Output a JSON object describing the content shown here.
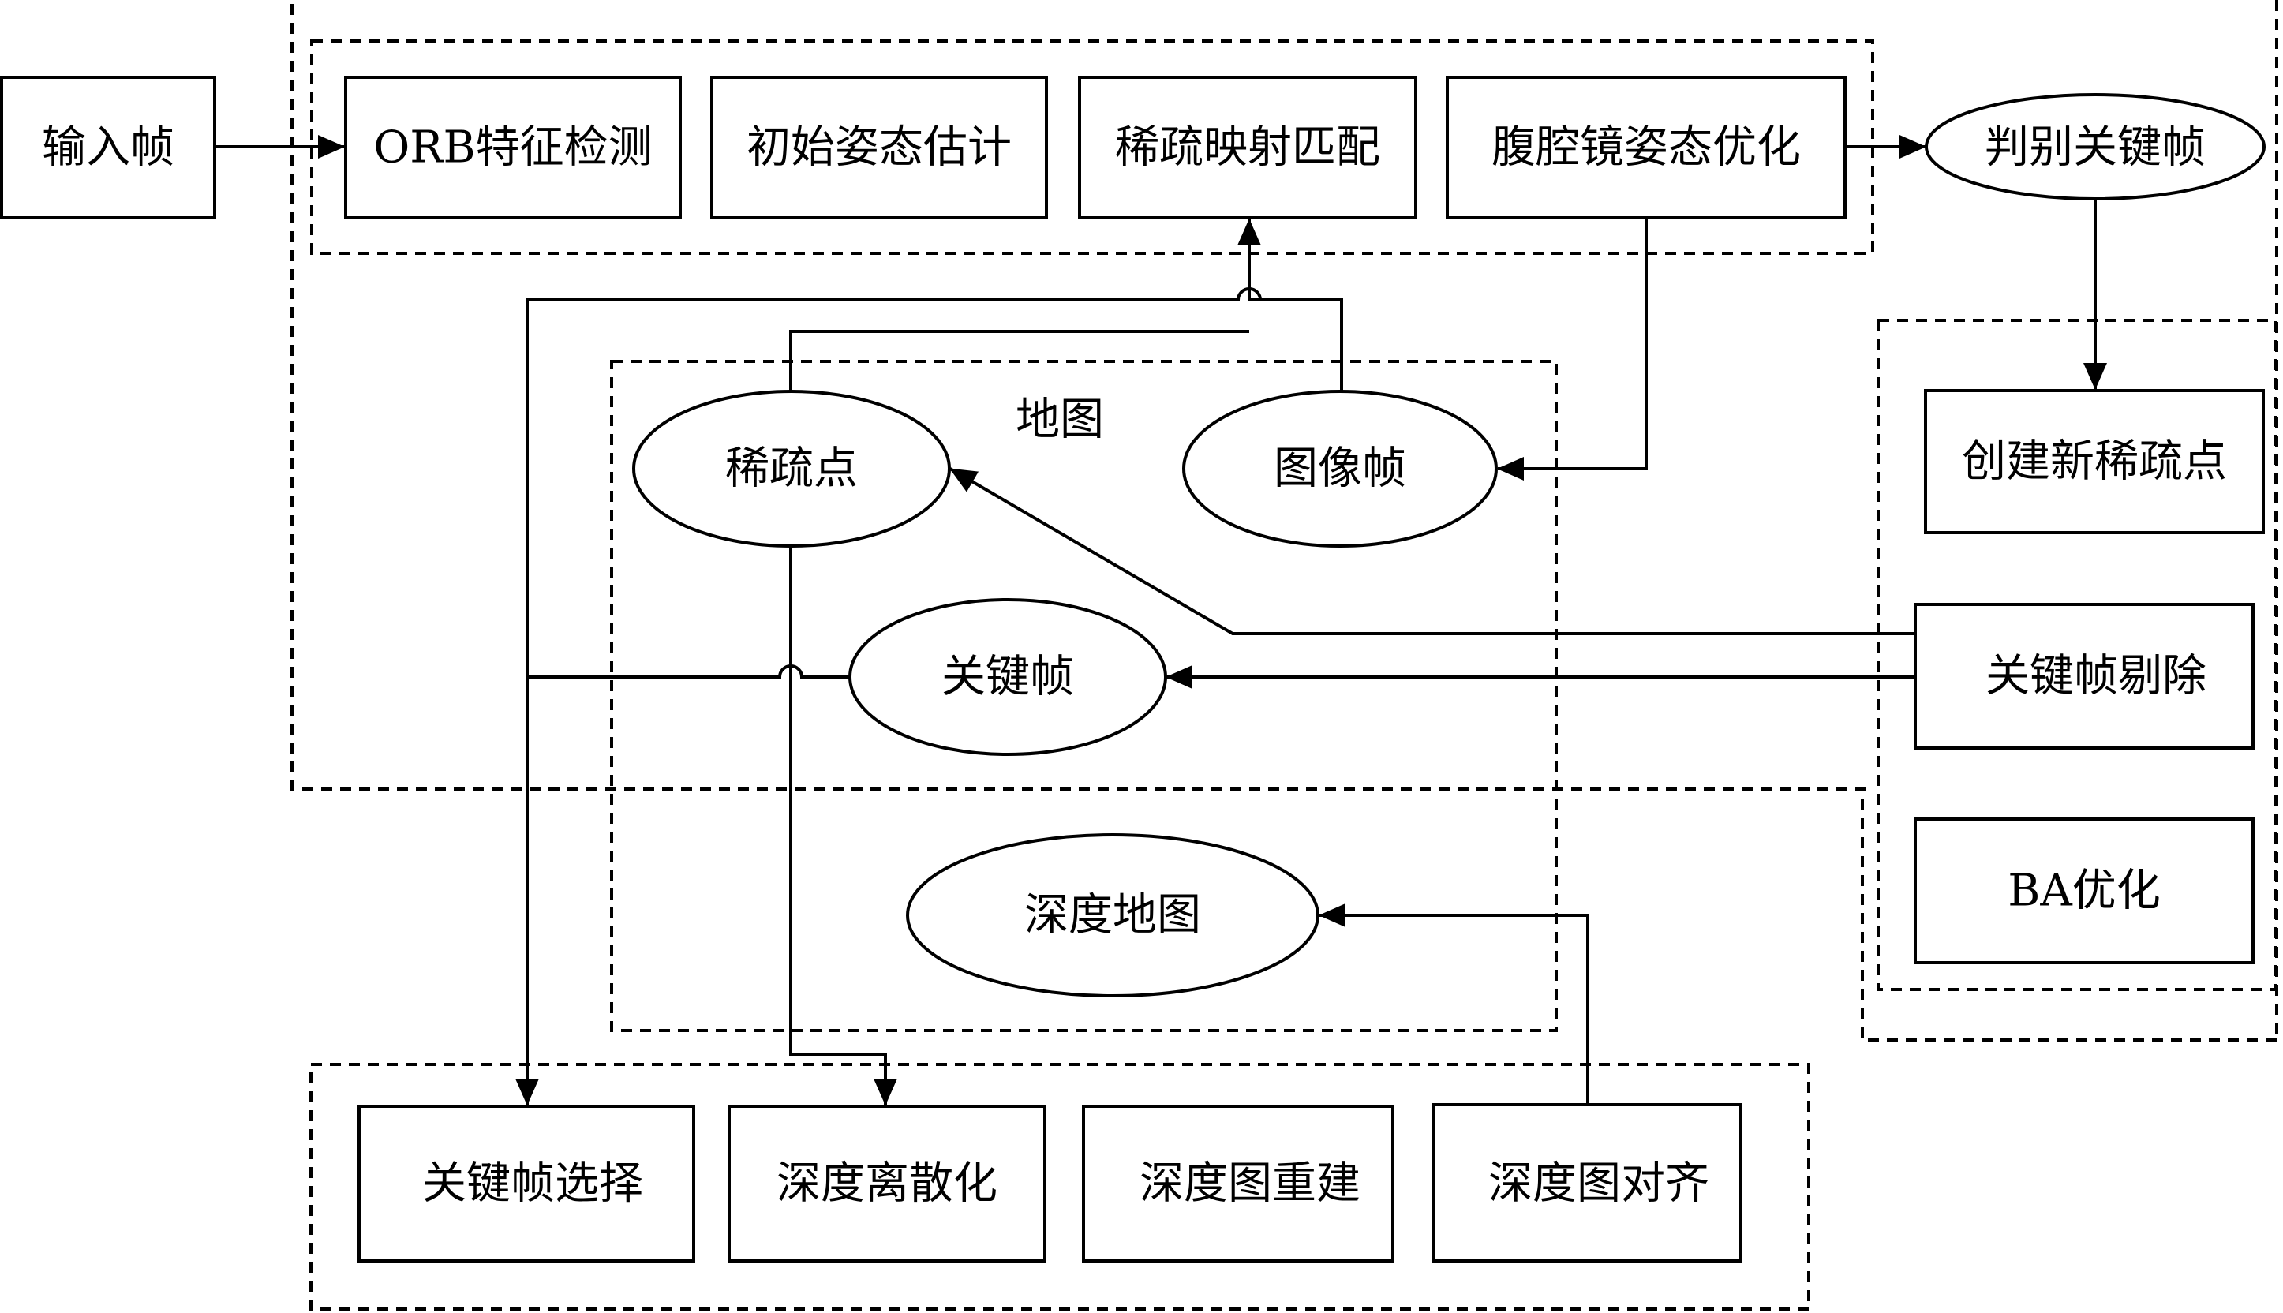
{
  "nodes": {
    "input_frame": "输入帧",
    "orb_detection": "ORB特征检测",
    "initial_pose": "初始姿态估计",
    "sparse_matching": "稀疏映射匹配",
    "laparoscope_pose_opt": "腹腔镜姿态优化",
    "keyframe_decision": "判别关键帧",
    "create_sparse_points": "创建新稀疏点",
    "keyframe_culling": "关键帧剔除",
    "ba_optimization": "BA优化",
    "sparse_points": "稀疏点",
    "image_frame": "图像帧",
    "keyframe": "关键帧",
    "depth_map": "深度地图",
    "keyframe_selection": "关键帧选择",
    "depth_discretization": "深度离散化",
    "depth_reconstruction": "深度图重建",
    "depth_alignment": "深度图对齐"
  },
  "groups": {
    "map_label": "地图"
  },
  "style": {
    "stroke_color": "#000000",
    "background": "#ffffff"
  }
}
